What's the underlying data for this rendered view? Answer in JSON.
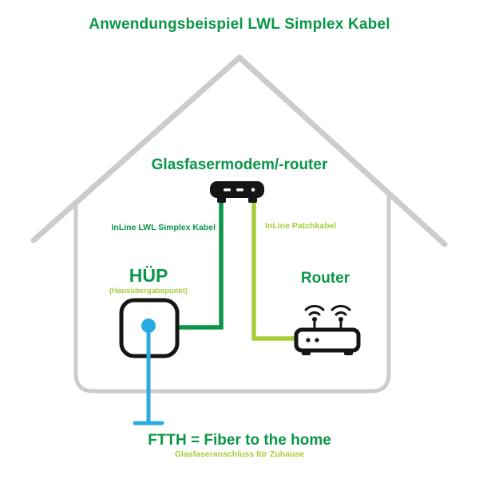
{
  "title": "Anwendungsbeispiel LWL Simplex Kabel",
  "diagram": {
    "modem_label": "Glasfasermodem/-router",
    "simplex_cable_label": "InLine LWL Simplex Kabel",
    "patch_cable_label": "InLine Patchkabel",
    "huep_label": "HÜP",
    "huep_sublabel": "(Hausübergabepunkt)",
    "router_label": "Router",
    "ftth_label": "FTTH = Fiber to the home",
    "ftth_sublabel": "Glasfaseranschluss für Zuhause"
  },
  "icons": {
    "house": "house-outline",
    "modem": "modem-icon",
    "huep_box": "huep-box-icon",
    "fiber_dot": "fiber-dot-icon",
    "router": "wifi-router-icon"
  },
  "colors": {
    "green": "#0a9648",
    "light_green": "#a6ce39",
    "blue": "#29abe2",
    "gray": "#cccccc",
    "black": "#151515"
  }
}
